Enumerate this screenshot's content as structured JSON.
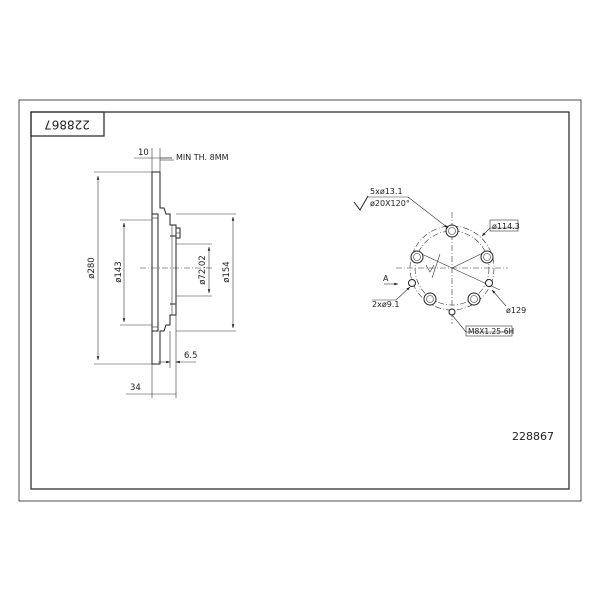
{
  "frame": {
    "part_number_rotated": "228867",
    "part_number": "228867"
  },
  "side_view": {
    "min_thickness_label": "MIN TH. 8MM",
    "dim_thickness": "10",
    "dim_outer_diameter": "ø280",
    "dim_143": "ø143",
    "dim_hub_bore": "ø72.02",
    "dim_hub_outer": "ø154",
    "dim_offset": "6.5",
    "dim_height": "34"
  },
  "front_view": {
    "bolt_holes": "5xø13.1",
    "chamfer": "ø20X120°",
    "pcd": "ø114.3",
    "locator_holes": "2xø9.1",
    "locator_circle": "ø129",
    "thread": "M8X1.25-6H",
    "section_mark": "A"
  }
}
